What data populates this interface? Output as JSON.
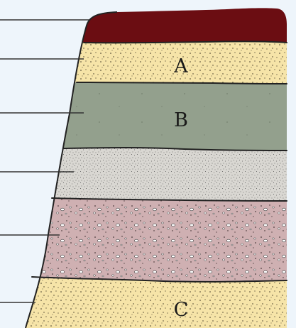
{
  "diagram": {
    "labels": {
      "a": "A",
      "b": "B",
      "c": "C"
    },
    "colors": {
      "background": "#eef5fb",
      "topsoil": "#6b0d12",
      "sand": "#f6e4a8",
      "clay": "#93a08d",
      "silt": "#d9d7d2",
      "gravel": "#cfb0b2",
      "outline": "#222222",
      "leader_lines": "#333333"
    },
    "icons": [
      "soil-profile-diagram"
    ]
  }
}
